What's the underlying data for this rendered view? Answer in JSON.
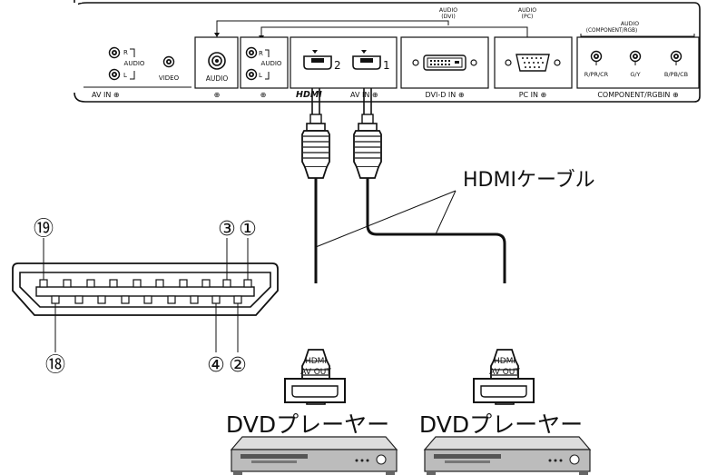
{
  "panel": {
    "av_in": {
      "r": "R",
      "audio": "AUDIO",
      "l": "L",
      "video": "VIDEO",
      "label": "AV IN ⊕"
    },
    "audio_in": {
      "audio": "AUDIO",
      "label": "⊕"
    },
    "audio_in2": {
      "r": "R",
      "audio": "AUDIO",
      "l": "L",
      "label": "⊕"
    },
    "hdmi": {
      "port2": "2",
      "port1": "1",
      "logo": "HDMI",
      "label": "AV IN ⊕"
    },
    "dvid": {
      "label": "DVI-D IN ⊕"
    },
    "pc": {
      "label": "PC IN ⊕"
    },
    "component": {
      "r": "R/PR/CR",
      "g": "G/Y",
      "b": "B/PB/CB",
      "label": "COMPONENT/RGBIN ⊕"
    },
    "top_labels": {
      "audio_dvi_1": "AUDIO",
      "audio_dvi_2": "(DVI)",
      "audio_pc_1": "AUDIO",
      "audio_pc_2": "(PC)",
      "audio_comp_1": "AUDIO",
      "audio_comp_2": "(COMPONENT/RGB)"
    }
  },
  "cable_label": "HDMIケーブル",
  "connector_pins": {
    "pin19": "⑲",
    "pin3": "③",
    "pin1": "①",
    "pin18": "⑱",
    "pin4": "④",
    "pin2": "②"
  },
  "players": [
    {
      "hdmi": "HDMI",
      "av_out": "AV OUT",
      "title": "DVDプレーヤー"
    },
    {
      "hdmi": "HDMI",
      "av_out": "AV OUT",
      "title": "DVDプレーヤー"
    }
  ]
}
